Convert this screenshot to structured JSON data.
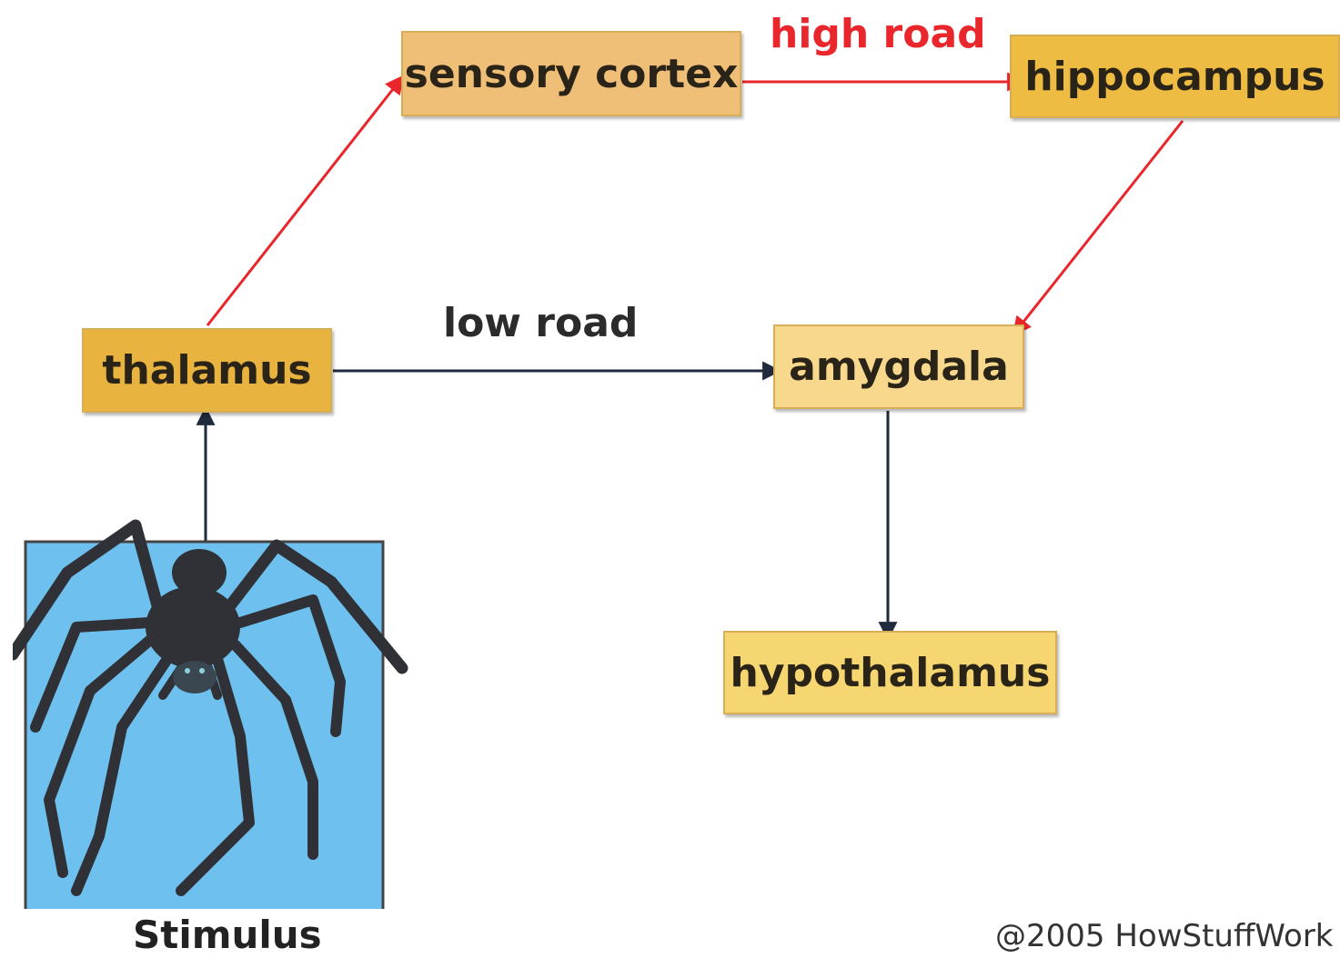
{
  "nodes": {
    "sensory_cortex": "sensory cortex",
    "hippocampus": "hippocampus",
    "thalamus": "thalamus",
    "amygdala": "amygdala",
    "hypothalamus": "hypothalamus"
  },
  "edge_labels": {
    "high_road": "high road",
    "low_road": "low road"
  },
  "stimulus_label": "Stimulus",
  "copyright": "@2005 HowStuffWork",
  "colors": {
    "high_road": "#e8262b",
    "low_road": "#1f2b3c",
    "stimulus_bg": "#6ec0ee",
    "stimulus_border": "#444444"
  },
  "icons": {
    "stimulus": "spider"
  }
}
